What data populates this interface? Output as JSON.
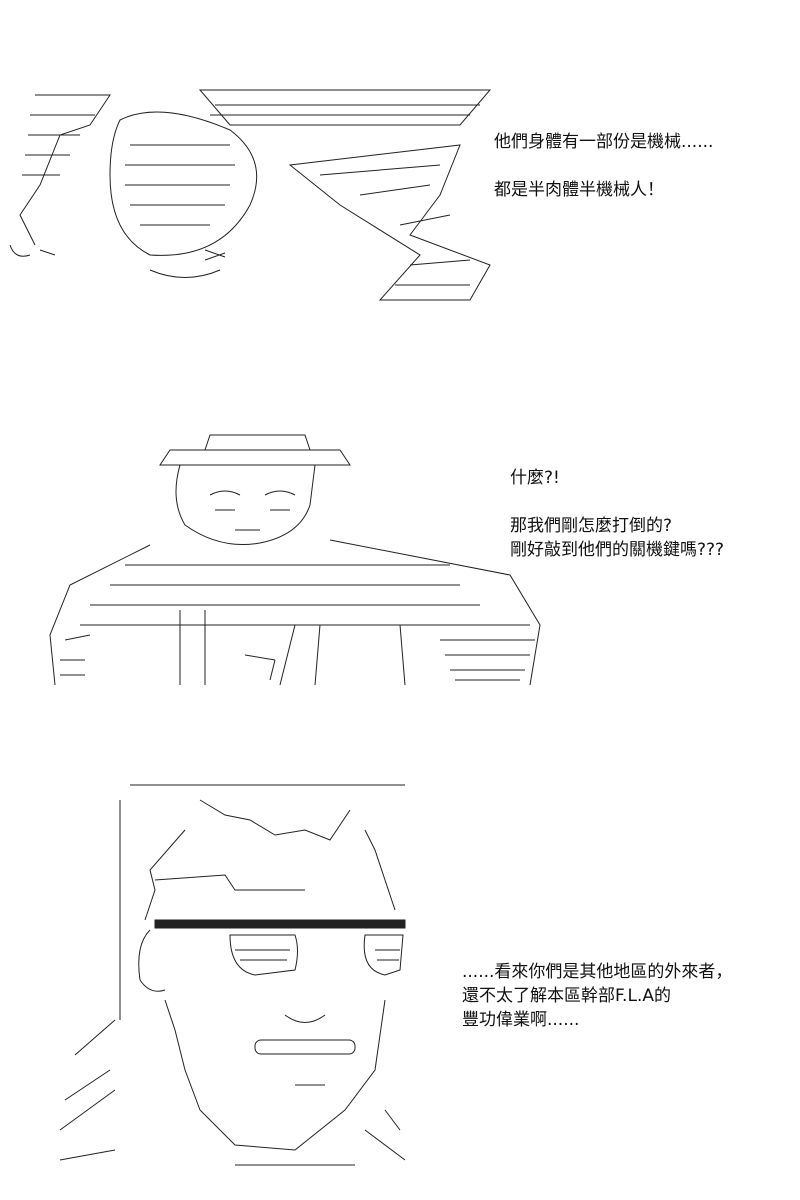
{
  "panels": [
    {
      "caption_lines": [
        "他們身體有一部份是機械......",
        "都是半肉體半機械人！"
      ]
    },
    {
      "caption_lines": [
        "什麼?!",
        "那我們剛怎麼打倒的?",
        "剛好敲到他們的關機鍵嗎???"
      ]
    },
    {
      "caption_lines": [
        "......看來你們是其他地區的外來者，",
        "還不太了解本區幹部F.L.A的",
        "豐功偉業啊......"
      ]
    }
  ],
  "colors": {
    "background": "#ffffff",
    "ink": "#111111"
  }
}
